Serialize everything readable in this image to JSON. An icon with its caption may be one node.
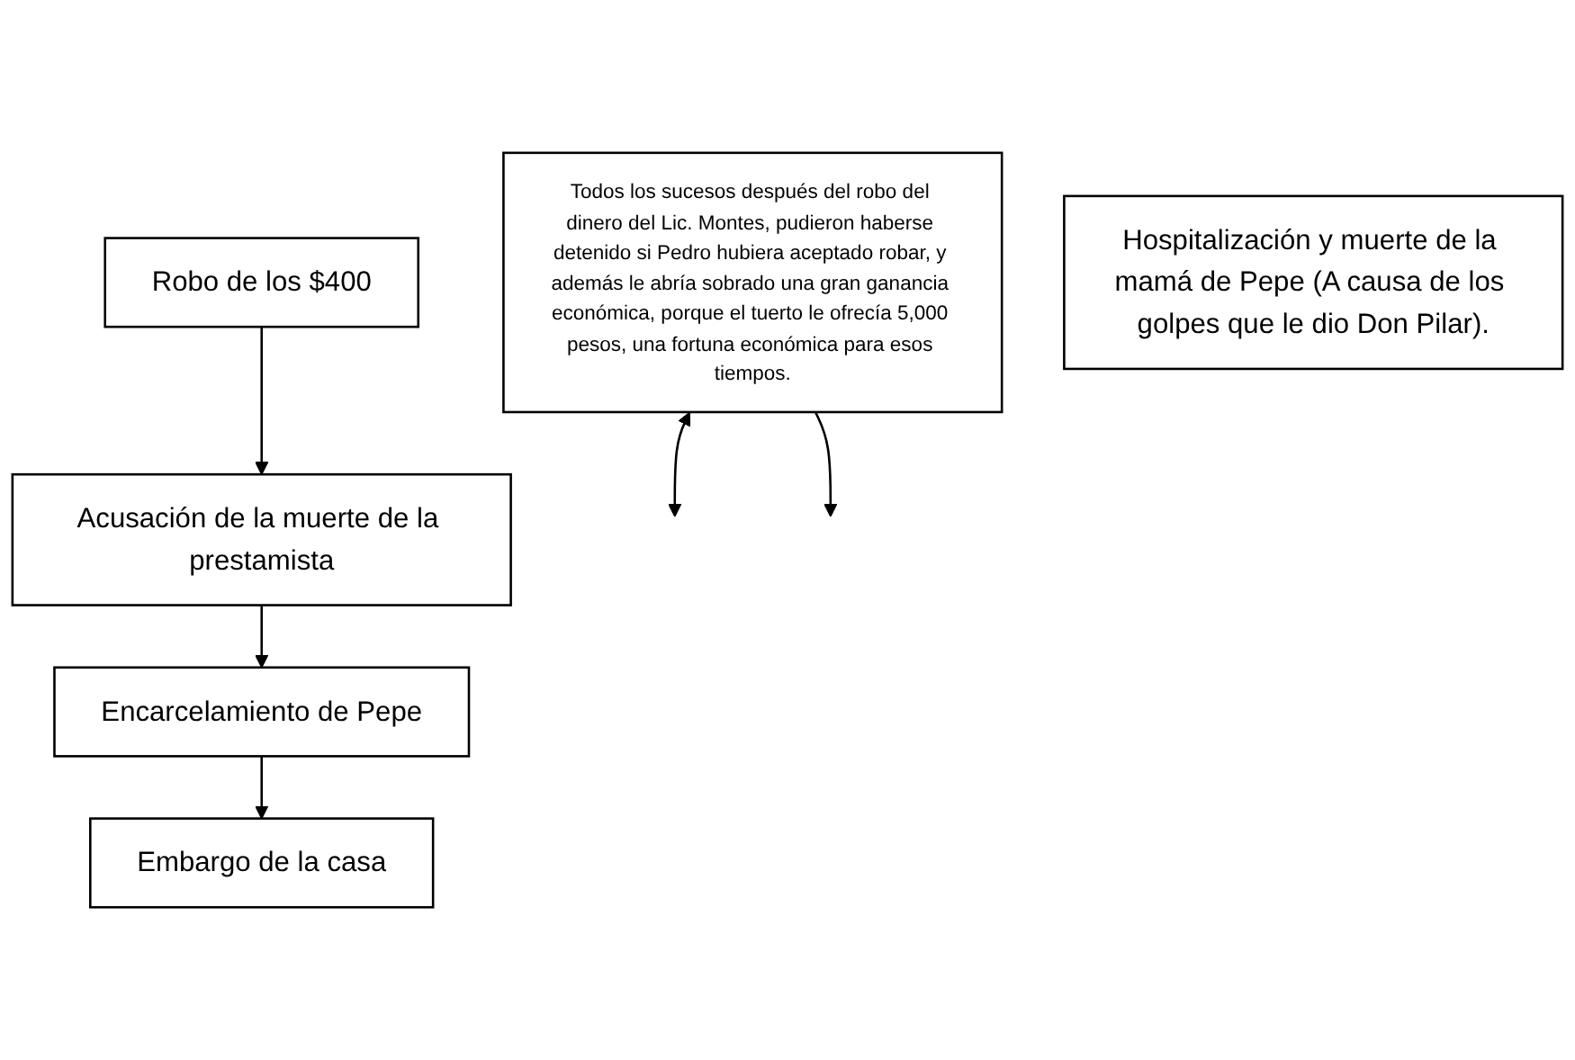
{
  "diagram": {
    "nodes": [
      {
        "text": [
          "Robo de los $400"
        ]
      },
      {
        "text": [
          "Todos los sucesos después del robo del dinero del Lic. Montes, pudieron haberse detenido si Pedro hubiera aceptado robar, y además le abría sobrado una gran ganancia económica, porque el tuerto le ofrecía 5,000 pesos, una fortuna económica para esos tiempos."
        ]
      },
      {
        "text": [
          "Acusación de la muerte de la prestamista"
        ]
      },
      {
        "text": [
          "Encarcelamiento de Pepe"
        ]
      },
      {
        "text": [
          "Embargo de la casa"
        ]
      },
      {
        "text": [
          "Hospitalización y muerte de la mamá de Pepe (A causa de los golpes que le dio Don Pilar)."
        ]
      }
    ],
    "edges": [
      {
        "from": 0,
        "to": 2,
        "arrow": "to"
      },
      {
        "from": 2,
        "to": 3,
        "arrow": "to"
      },
      {
        "from": 3,
        "to": 4,
        "arrow": "to"
      },
      {
        "from": 1,
        "to": null,
        "arrow": "both"
      },
      {
        "from": 1,
        "to": null,
        "arrow": "to"
      }
    ]
  }
}
